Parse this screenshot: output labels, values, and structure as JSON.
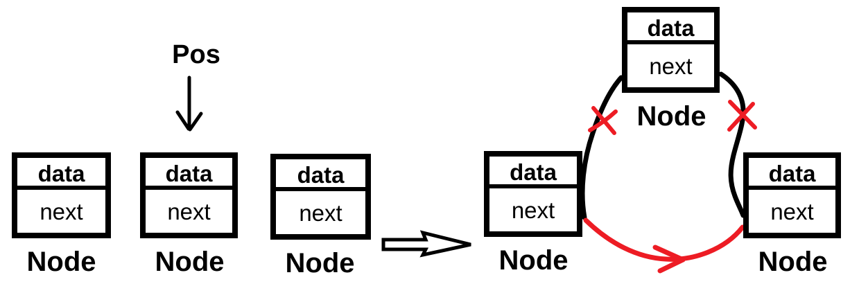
{
  "diagram": {
    "description_labels": {
      "pointer_label": "Pos"
    },
    "before_list": {
      "nodes": [
        {
          "data": "data",
          "next": "next",
          "caption": "Node"
        },
        {
          "data": "data",
          "next": "next",
          "caption": "Node"
        },
        {
          "data": "data",
          "next": "next",
          "caption": "Node"
        }
      ]
    },
    "after_list": {
      "nodes": [
        {
          "data": "data",
          "next": "next",
          "caption": "Node"
        },
        {
          "data": "data",
          "next": "next",
          "caption": "Node"
        },
        {
          "data": "data",
          "next": "next",
          "caption": "Node"
        }
      ]
    },
    "icons": {
      "pos_pointer": "down-arrow-icon",
      "transform": "hollow-right-arrow-icon",
      "broken_link_left": "red-x-icon",
      "broken_link_right": "red-x-icon",
      "bypass_link": "red-curved-right-arrow-icon"
    }
  },
  "colors": {
    "ink": "#000000",
    "red": "#ed1c24",
    "bg": "#ffffff"
  }
}
